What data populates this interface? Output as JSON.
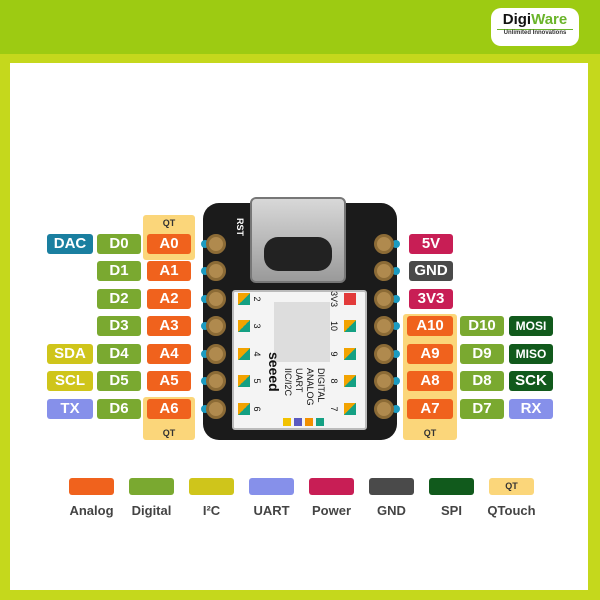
{
  "brand": {
    "name_a": "Digi",
    "name_b": "Ware",
    "tagline": "Unlimited Innovations"
  },
  "colors": {
    "analog": "#f0621d",
    "digital": "#7aa930",
    "i2c": "#cfc51b",
    "uart": "#8690ea",
    "power": "#c81e55",
    "gnd": "#4a4a4a",
    "spi": "#115a1c",
    "qtouch": "#fbd67a",
    "dac": "#1a7fa0"
  },
  "qt_label": "QT",
  "left_pins": [
    {
      "extra": "DAC",
      "extra_type": "dac",
      "digital": "D0",
      "analog": "A0"
    },
    {
      "extra": "",
      "extra_type": "",
      "digital": "D1",
      "analog": "A1"
    },
    {
      "extra": "",
      "extra_type": "",
      "digital": "D2",
      "analog": "A2"
    },
    {
      "extra": "",
      "extra_type": "",
      "digital": "D3",
      "analog": "A3"
    },
    {
      "extra": "SDA",
      "extra_type": "i2c",
      "digital": "D4",
      "analog": "A4"
    },
    {
      "extra": "SCL",
      "extra_type": "i2c",
      "digital": "D5",
      "analog": "A5"
    },
    {
      "extra": "TX",
      "extra_type": "uart",
      "digital": "D6",
      "analog": "A6"
    }
  ],
  "right_pins": [
    {
      "label": "5V",
      "type": "power"
    },
    {
      "label": "GND",
      "type": "gnd"
    },
    {
      "label": "3V3",
      "type": "power"
    },
    {
      "analog": "A10",
      "digital": "D10",
      "extra": "MOSI",
      "extra_type": "spi"
    },
    {
      "analog": "A9",
      "digital": "D9",
      "extra": "MISO",
      "extra_type": "spi"
    },
    {
      "analog": "A8",
      "digital": "D8",
      "extra": "SCK",
      "extra_type": "spi"
    },
    {
      "analog": "A7",
      "digital": "D7",
      "extra": "RX",
      "extra_type": "uart"
    }
  ],
  "board": {
    "rst": "RST",
    "brand": "seeed",
    "left_nums": [
      "2",
      "3",
      "4",
      "5",
      "6"
    ],
    "right_nums": [
      "3V3",
      "10",
      "9",
      "8",
      "7"
    ],
    "key": [
      "IIC/I2C",
      "UART",
      "ANALOG",
      "DIGITAL"
    ]
  },
  "legend": [
    {
      "label": "Analog",
      "type": "analog"
    },
    {
      "label": "Digital",
      "type": "digital"
    },
    {
      "label": "I²C",
      "type": "i2c"
    },
    {
      "label": "UART",
      "type": "uart"
    },
    {
      "label": "Power",
      "type": "power"
    },
    {
      "label": "GND",
      "type": "gnd"
    },
    {
      "label": "SPI",
      "type": "spi"
    },
    {
      "label": "QTouch",
      "type": "qtouch",
      "swatch_text": "QT"
    }
  ]
}
